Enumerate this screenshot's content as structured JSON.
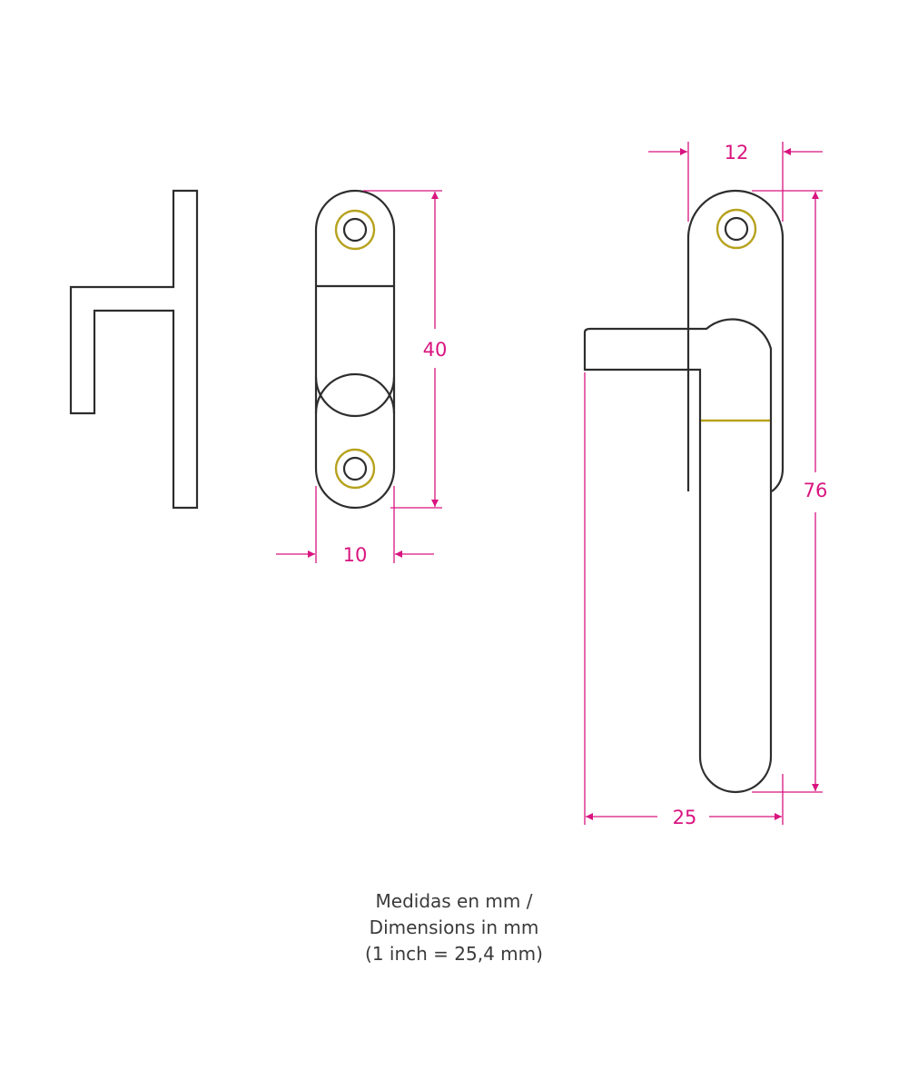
{
  "colors": {
    "outline": "#2d2d2d",
    "dimension": "#d9147f",
    "accent_gold": "#b7a21d",
    "note_text": "#3a3a3a"
  },
  "dimensions": {
    "rosette_height": "40",
    "rosette_width": "10",
    "handle_rosette_width": "12",
    "handle_height": "76",
    "handle_length": "25"
  },
  "note": {
    "line1": "Medidas en mm /",
    "line2": "Dimensions in mm",
    "line3": "(1 inch = 25,4 mm)"
  }
}
